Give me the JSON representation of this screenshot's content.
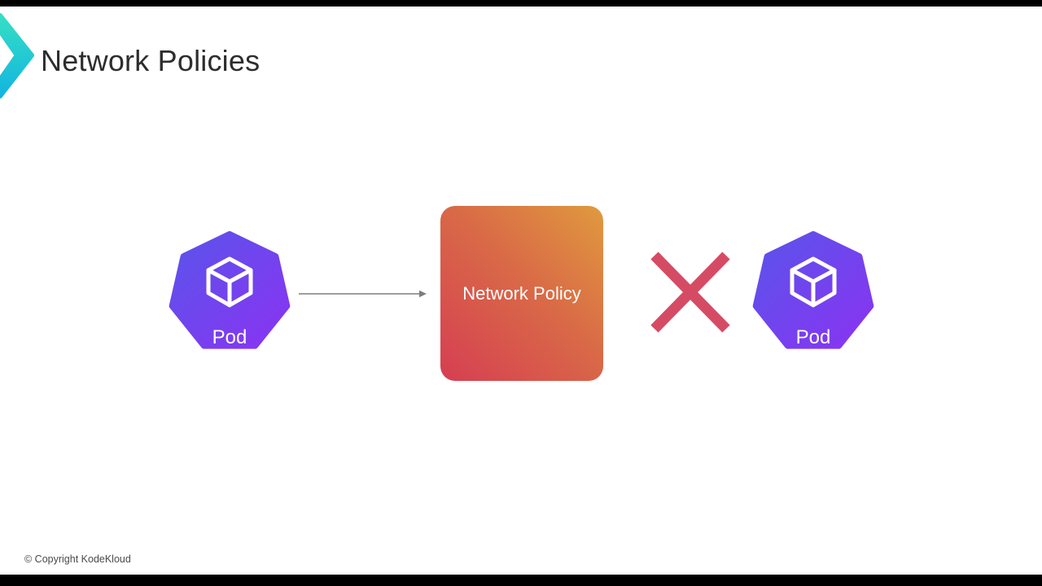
{
  "slide": {
    "title": "Network Policies",
    "copyright": "© Copyright KodeKloud"
  },
  "diagram": {
    "pod_left": {
      "label": "Pod"
    },
    "network_policy": {
      "label": "Network Policy"
    },
    "pod_right": {
      "label": "Pod"
    }
  },
  "icons": {
    "logo": "kodekloud-chevron-icon",
    "pod": "kubernetes-pod-heptagon-icon",
    "cube": "container-cube-icon",
    "arrow": "right-arrow-icon",
    "cross": "blocked-cross-icon"
  },
  "colors": {
    "pod_gradient_start": "#5a54ea",
    "pod_gradient_end": "#8a33f2",
    "policy_gradient_start": "#d63e52",
    "policy_gradient_end": "#e09a3e",
    "cross": "#d64b64",
    "logo_teal": "#35dfc4",
    "logo_cyan": "#12b5e0",
    "title_text": "#2d2d2d",
    "background": "#ffffff",
    "letterbox": "#000000"
  }
}
